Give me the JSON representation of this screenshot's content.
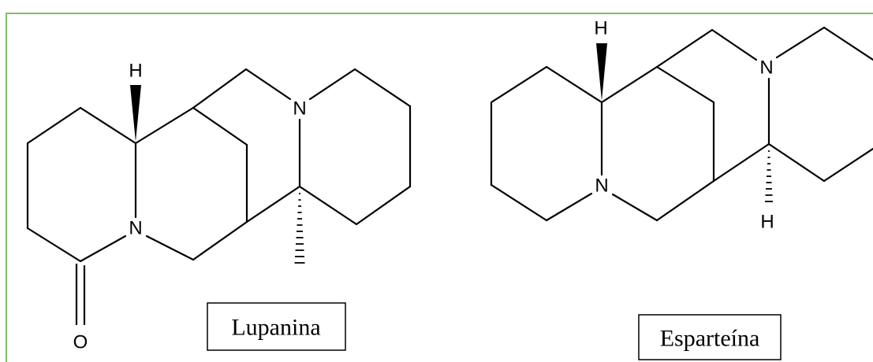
{
  "colors": {
    "frame": "#82c062",
    "ink": "#000000"
  },
  "lupanina": {
    "name_label": "Lupanina",
    "stereo_h": "H",
    "ring_n_left": "N",
    "ring_n_right": "N",
    "carbonyl_o": "O"
  },
  "esparteina": {
    "name_label": "Esparteína",
    "stereo_h_top": "H",
    "stereo_h_bottom": "H",
    "ring_n_left": "N",
    "ring_n_right": "N"
  }
}
